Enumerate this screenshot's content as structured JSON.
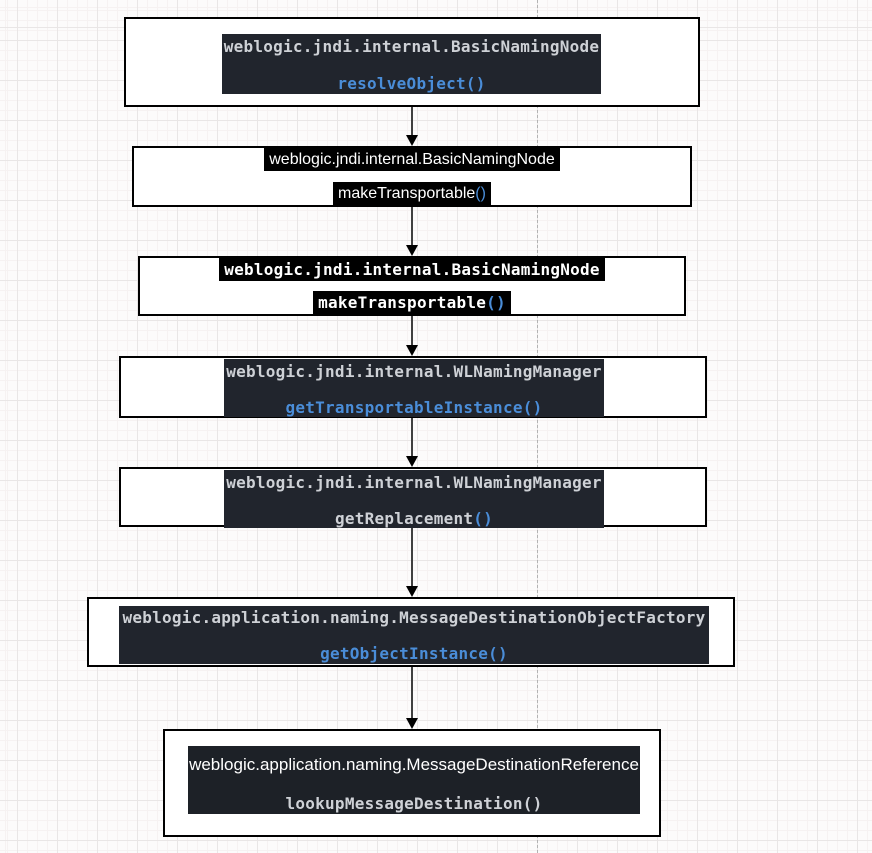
{
  "diagram": {
    "nodes": [
      {
        "class_name": "weblogic.jndi.internal.BasicNamingNode",
        "method_name": "resolveObject",
        "method_parens": "()"
      },
      {
        "class_name": "weblogic.jndi.internal.BasicNamingNode",
        "method_name": "makeTransportable",
        "method_parens": "()"
      },
      {
        "class_name": "weblogic.jndi.internal.BasicNamingNode",
        "method_name": "makeTransportable",
        "method_parens": "()"
      },
      {
        "class_name": "weblogic.jndi.internal.WLNamingManager",
        "method_name": "getTransportableInstance",
        "method_parens": "()"
      },
      {
        "class_name": "weblogic.jndi.internal.WLNamingManager",
        "method_name": "getReplacement",
        "method_parens": "()"
      },
      {
        "class_name": "weblogic.application.naming.MessageDestinationObjectFactory",
        "method_name": "getObjectInstance",
        "method_parens": "()"
      },
      {
        "class_name": "weblogic.application.naming.MessageDestinationReference",
        "method_name": "lookupMessageDestination",
        "method_parens": "()"
      }
    ]
  },
  "theme": {
    "panel_bg": "#21252d",
    "highlight_bg": "#000000",
    "method_blue": "#4a8dd8",
    "class_gray": "#ced1d6",
    "box_border": "#000000",
    "box_bg": "#ffffff",
    "grid_minor": "#f6f2f2",
    "grid_major": "#e9e6e6",
    "page_divider_gray": "#b3b3b3"
  }
}
